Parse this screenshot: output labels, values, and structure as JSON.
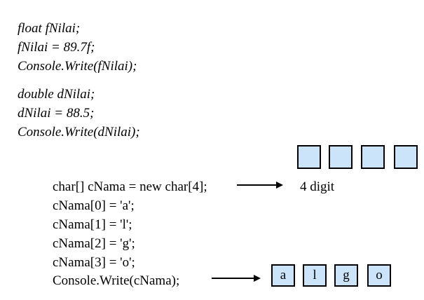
{
  "float_block": {
    "lines": [
      "float fNilai;",
      "fNilai = 89.7f;",
      "Console.Write(fNilai);"
    ]
  },
  "double_block": {
    "lines": [
      "double dNilai;",
      "dNilai = 88.5;",
      "Console.Write(dNilai);"
    ]
  },
  "char_block": {
    "lines": [
      "char[] cNama = new char[4];",
      "cNama[0] = 'a';",
      "cNama[1] = 'l';",
      "cNama[2] = 'g';",
      "cNama[3] = 'o';",
      "Console.Write(cNama);"
    ]
  },
  "array_diagram": {
    "slot_count": 4,
    "size_label": "4 digit",
    "chars": [
      "a",
      "l",
      "g",
      "o"
    ],
    "box_color": "#cce4fa",
    "border_color": "#000000"
  }
}
